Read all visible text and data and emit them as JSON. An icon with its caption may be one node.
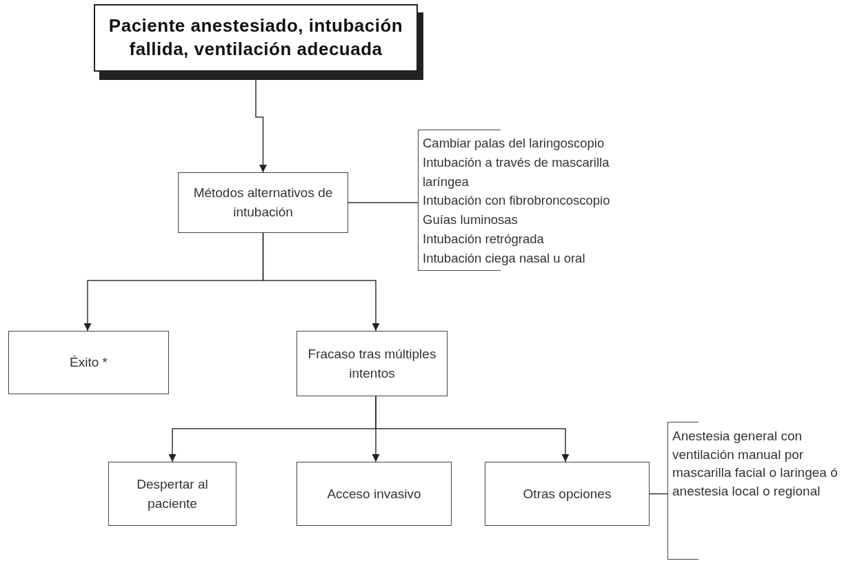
{
  "diagram": {
    "nodes": [
      {
        "text": [
          "Paciente anestesiado, intubación fallida, ventilación adecuada"
        ]
      },
      {
        "text": [
          "Métodos alternativos de intubación"
        ]
      },
      {
        "text": [
          "Cambiar palas del laringoscopio",
          "Intubación a través de mascarilla laríngea",
          "Intubación con fibrobroncoscopio",
          "Guías luminosas",
          "Intubación retrógrada",
          "Intubación ciega nasal u oral"
        ]
      },
      {
        "text": [
          "Éxito *"
        ]
      },
      {
        "text": [
          "Fracaso tras múltiples intentos"
        ]
      },
      {
        "text": [
          "Despertar al paciente"
        ]
      },
      {
        "text": [
          "Acceso invasivo"
        ]
      },
      {
        "text": [
          "Otras opciones"
        ]
      },
      {
        "text": [
          "Anestesia general con ventilación manual por mascarilla facial o laringea ó anestesia local o regional"
        ]
      }
    ],
    "edges": [
      {
        "from": 0,
        "to": 1,
        "arrow": "to"
      },
      {
        "from": 1,
        "to": 2,
        "arrow": "none"
      },
      {
        "from": 1,
        "to": 3,
        "arrow": "to"
      },
      {
        "from": 1,
        "to": 4,
        "arrow": "to"
      },
      {
        "from": 4,
        "to": 5,
        "arrow": "to"
      },
      {
        "from": 4,
        "to": 6,
        "arrow": "to"
      },
      {
        "from": 4,
        "to": 7,
        "arrow": "to"
      },
      {
        "from": 7,
        "to": 8,
        "arrow": "none"
      }
    ]
  }
}
